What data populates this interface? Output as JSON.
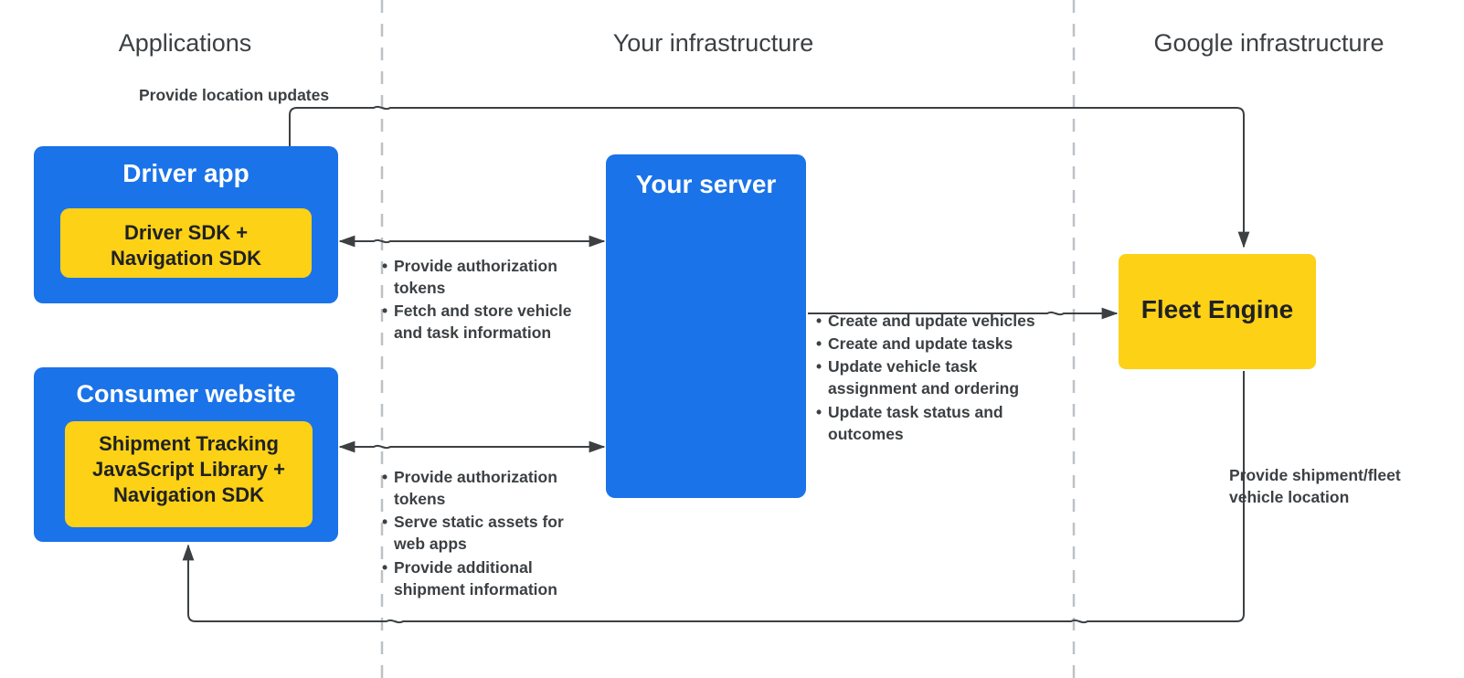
{
  "zones": [
    {
      "id": "applications",
      "label": "Applications"
    },
    {
      "id": "your-infrastructure",
      "label": "Your infrastructure"
    },
    {
      "id": "google-infrastructure",
      "label": "Google infrastructure"
    }
  ],
  "nodes": {
    "driver_app": {
      "title": "Driver app",
      "inner_label": "Driver SDK +\nNavigation SDK",
      "color": "#1a73e8",
      "inner_color": "#fcd116"
    },
    "consumer_website": {
      "title": "Consumer website",
      "inner_label": "Shipment Tracking\nJavaScript Library  +\nNavigation SDK",
      "color": "#1a73e8",
      "inner_color": "#fcd116"
    },
    "your_server": {
      "title": "Your server",
      "color": "#1a73e8"
    },
    "fleet_engine": {
      "title": "Fleet Engine",
      "color": "#fcd116"
    }
  },
  "annotations": {
    "location_updates": "Provide location updates",
    "shipment_fleet_location": "Provide shipment/fleet vehicle location"
  },
  "flows": {
    "driver_to_server": [
      "Provide authorization tokens",
      "Fetch and store vehicle and task information"
    ],
    "consumer_to_server": [
      "Provide authorization tokens",
      "Serve static assets for web apps",
      "Provide additional shipment information"
    ],
    "server_to_fleet": [
      "Create and update vehicles",
      "Create and update tasks",
      "Update vehicle task assignment and ordering",
      "Update task status and outcomes"
    ]
  },
  "colors": {
    "blue": "#1a73e8",
    "yellow": "#fcd116",
    "text_dark": "#3c4043",
    "divider": "#bdc1c6",
    "connector": "#3c4043"
  }
}
